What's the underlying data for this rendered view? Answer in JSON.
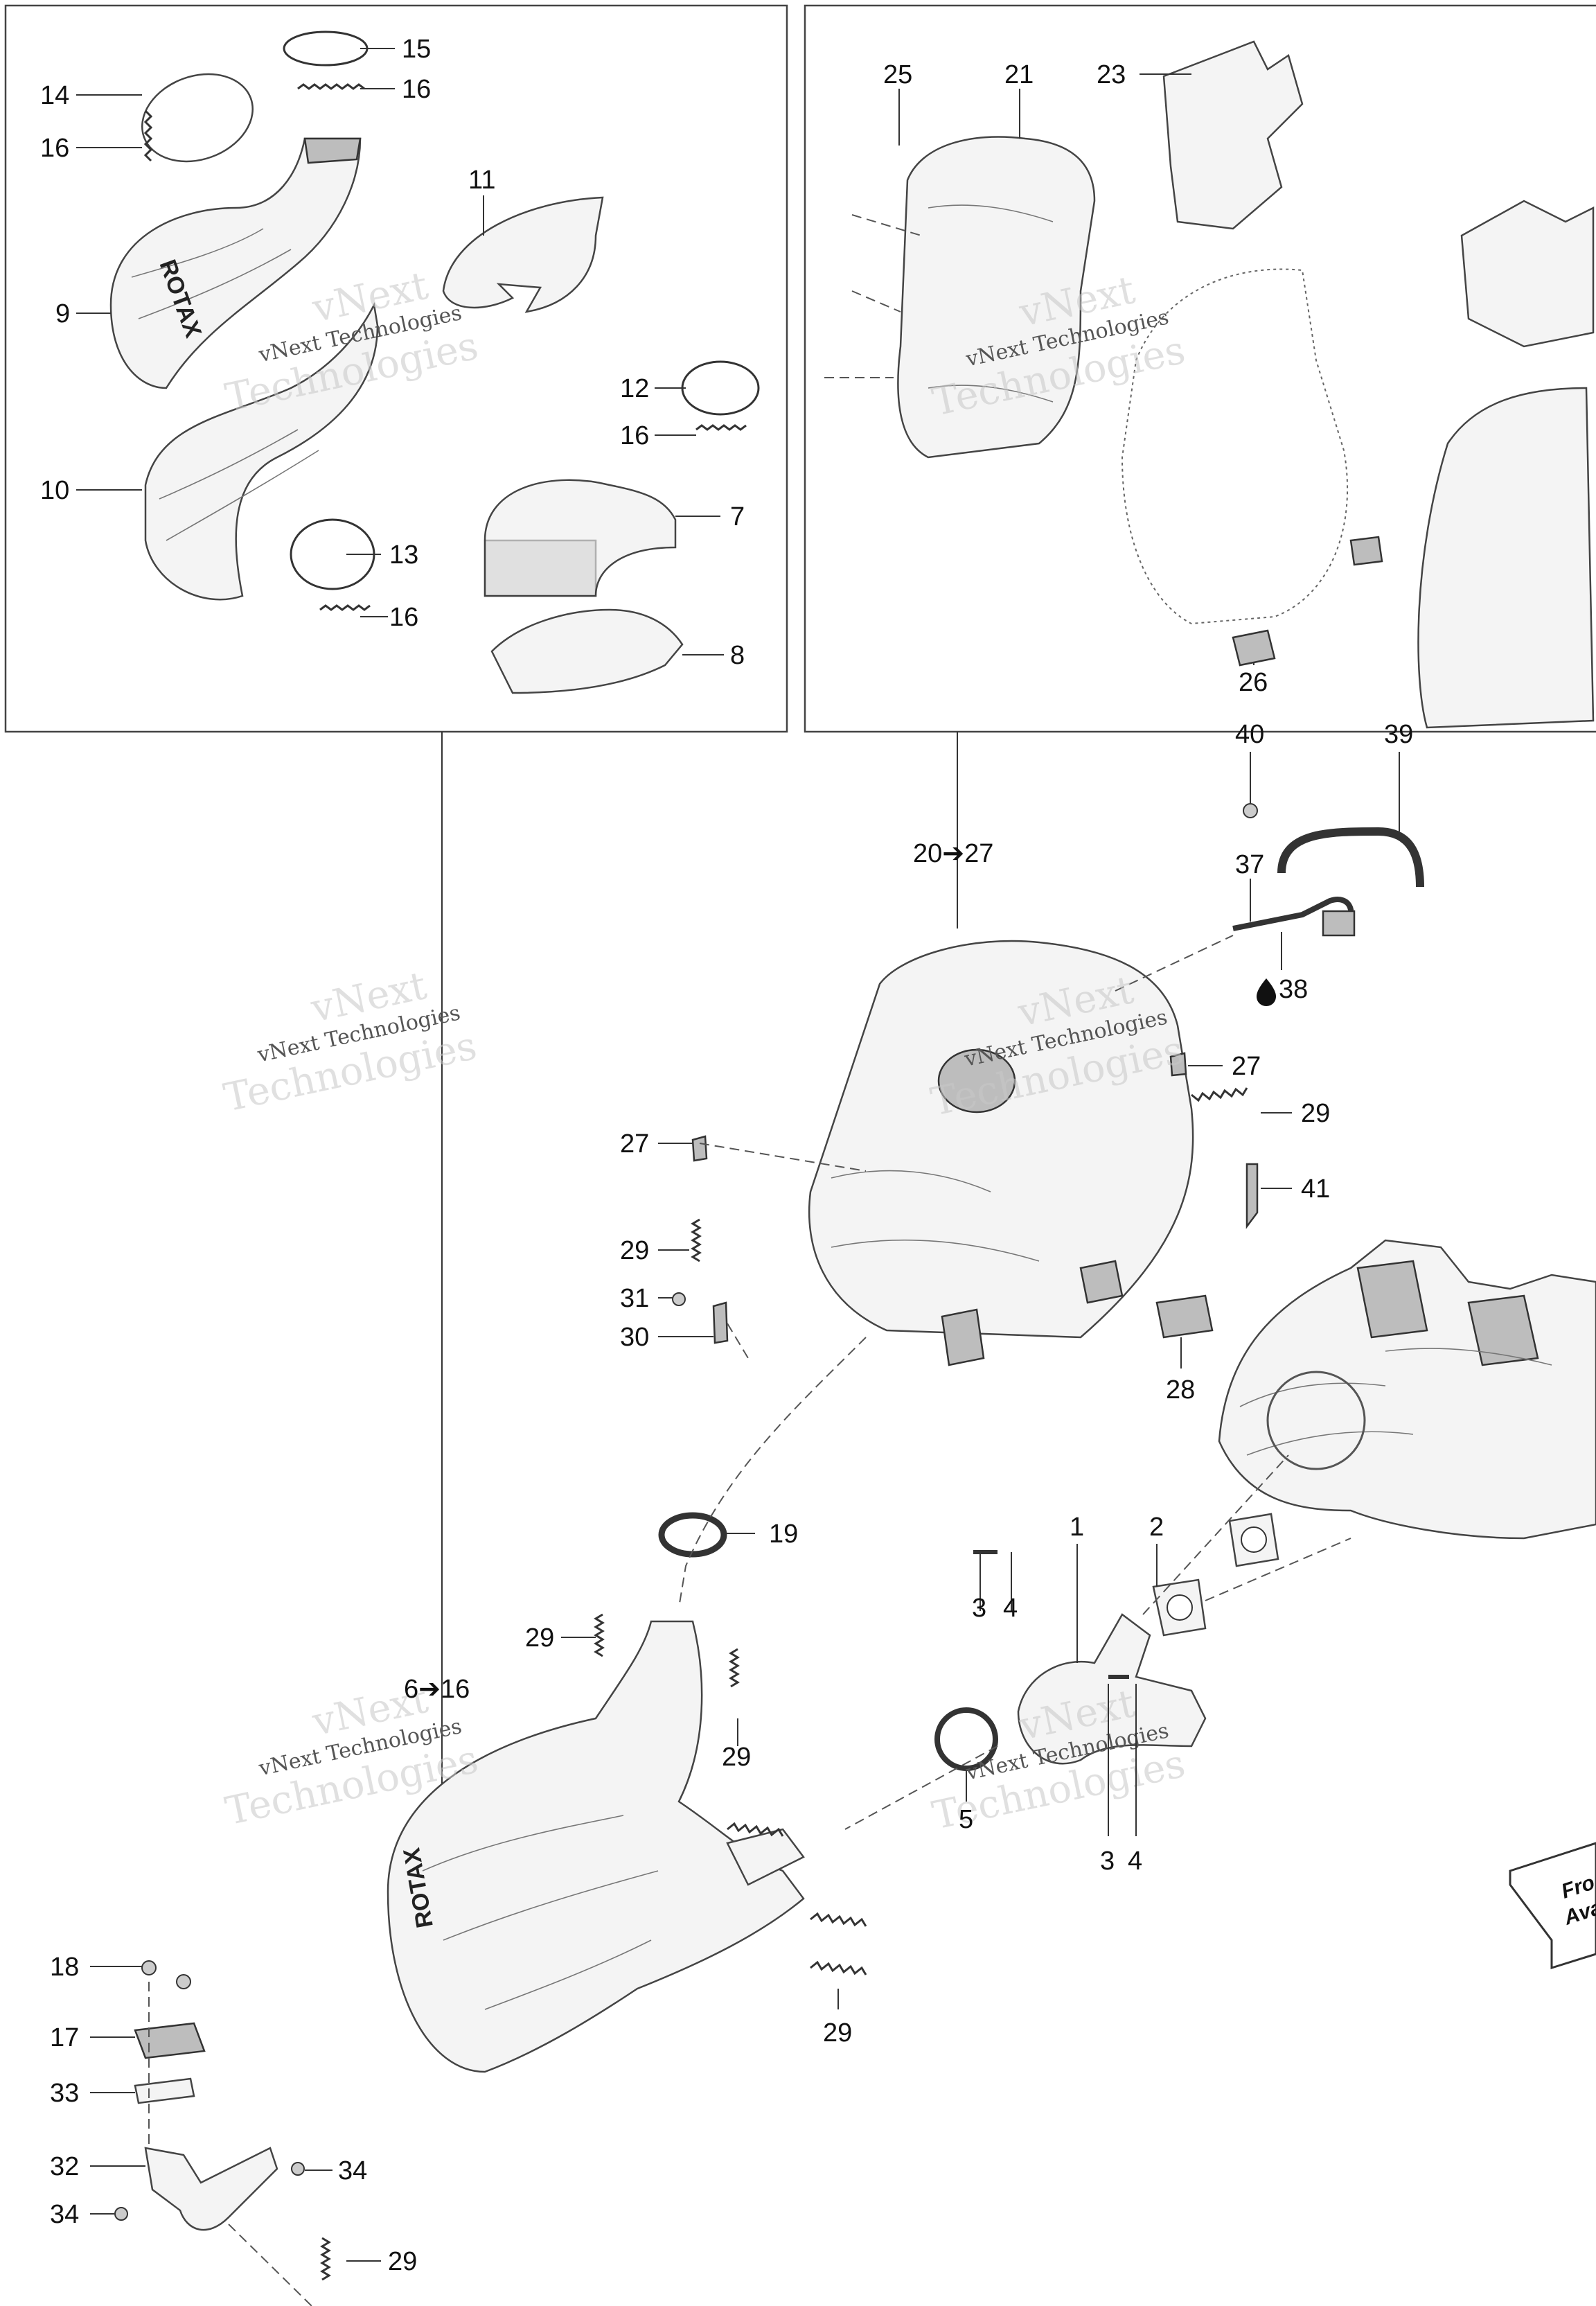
{
  "callouts": {
    "c1": "1",
    "c2": "2",
    "c3a": "3",
    "c3b": "3",
    "c4a": "4",
    "c4b": "4",
    "c5": "5",
    "c6_16": "6➔16",
    "c7": "7",
    "c8": "8",
    "c9": "9",
    "c10": "10",
    "c11": "11",
    "c12": "12",
    "c13": "13",
    "c14": "14",
    "c15": "15",
    "c16a": "16",
    "c16b": "16",
    "c16c": "16",
    "c16d": "16",
    "c17": "17",
    "c18": "18",
    "c19": "19",
    "c20_27": "20➔27",
    "c21": "21",
    "c23": "23",
    "c25": "25",
    "c26": "26",
    "c27a": "27",
    "c27b": "27",
    "c28": "28",
    "c29a": "29",
    "c29b": "29",
    "c29c": "29",
    "c29d": "29",
    "c29e": "29",
    "c29f": "29",
    "c30": "30",
    "c31": "31",
    "c32": "32",
    "c33": "33",
    "c34a": "34",
    "c34b": "34",
    "c37": "37",
    "c38": "38",
    "c39": "39",
    "c40": "40",
    "c41": "41"
  },
  "emblem_text": "ROTAX",
  "front_label_line1": "Fro",
  "front_label_line2": "Ava",
  "watermark": {
    "line1": "vNext",
    "line2": "vNext Technologies",
    "line3": "Technologies"
  },
  "icons": {
    "arrow": "right-arrow-glyph",
    "drop": "oil-drop-icon"
  }
}
